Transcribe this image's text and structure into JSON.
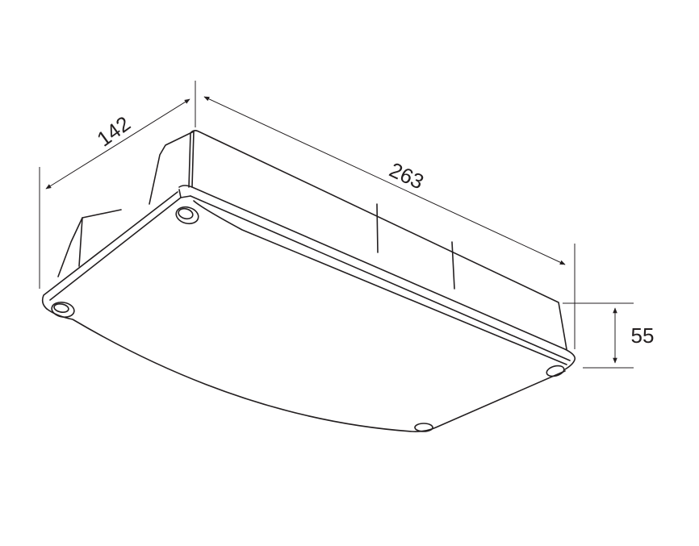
{
  "drawing": {
    "subject": "enclosure-isometric",
    "dimensions": {
      "width": "142",
      "length": "263",
      "height": "55"
    },
    "line_color": "#231f20"
  }
}
